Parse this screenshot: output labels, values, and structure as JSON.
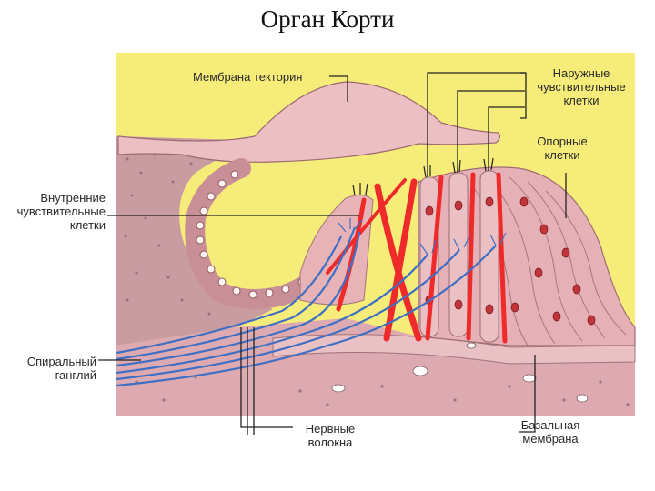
{
  "title": "Орган Корти",
  "labels": {
    "tectorial_membrane": "Мембрана тектория",
    "outer_hair_cells_1": "Наружные",
    "outer_hair_cells_2": "чувствительные",
    "outer_hair_cells_3": "клетки",
    "supporting_cells_1": "Опорные",
    "supporting_cells_2": "клетки",
    "inner_hair_cells_1": "Внутренние",
    "inner_hair_cells_2": "чувствительные",
    "inner_hair_cells_3": "клетки",
    "spiral_ganglion_1": "Спиральный",
    "spiral_ganglion_2": "ганглий",
    "nerve_fibers_1": "Нервные",
    "nerve_fibers_2": "волокна",
    "basilar_membrane_1": "Базальная",
    "basilar_membrane_2": "мембрана"
  },
  "colors": {
    "background_yellow": "#f6ec7a",
    "tissue_pink": "#e8b5b8",
    "tissue_dark": "#b48a90",
    "membrane_pink": "#edc4c4",
    "nucleus_red": "#c2343a",
    "pillar_red": "#ee2a2a",
    "nerve_blue": "#3f6fc4",
    "leader_line": "#222222"
  }
}
